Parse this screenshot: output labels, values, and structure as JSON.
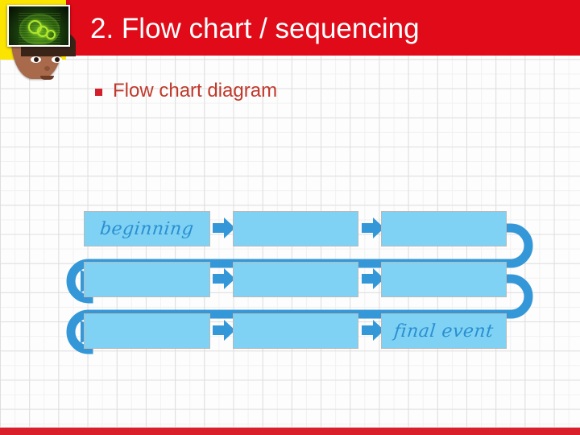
{
  "slide": {
    "title": "2. Flow chart / sequencing",
    "header_color": "#e00a18",
    "footer_color": "#d81f2a",
    "background": "graph-paper-grid"
  },
  "avatar": {
    "name": "brain-gears-avatar",
    "description": "face with photo of glowing green brain with gears",
    "badge_color": "#fbe400"
  },
  "bullet": {
    "marker": "square-bullet",
    "text": "Flow chart diagram",
    "text_color": "#c0392b",
    "marker_color": "#d3212c"
  },
  "flow_chart": {
    "box_fill": "#7fd2f4",
    "connector_color": "#3498d8",
    "arrow_color": "#3498d8",
    "label_color": "#2a8fd0",
    "rows": [
      {
        "row": 1,
        "boxes": [
          {
            "label": "beginning"
          },
          {
            "label": ""
          },
          {
            "label": ""
          }
        ],
        "wrap": "right-to-left-below"
      },
      {
        "row": 2,
        "boxes": [
          {
            "label": ""
          },
          {
            "label": ""
          },
          {
            "label": ""
          }
        ],
        "wrap": "right-to-left-below"
      },
      {
        "row": 3,
        "boxes": [
          {
            "label": ""
          },
          {
            "label": ""
          },
          {
            "label": "final event"
          }
        ],
        "wrap": "none"
      }
    ],
    "first_label": "beginning",
    "last_label": "final event"
  }
}
